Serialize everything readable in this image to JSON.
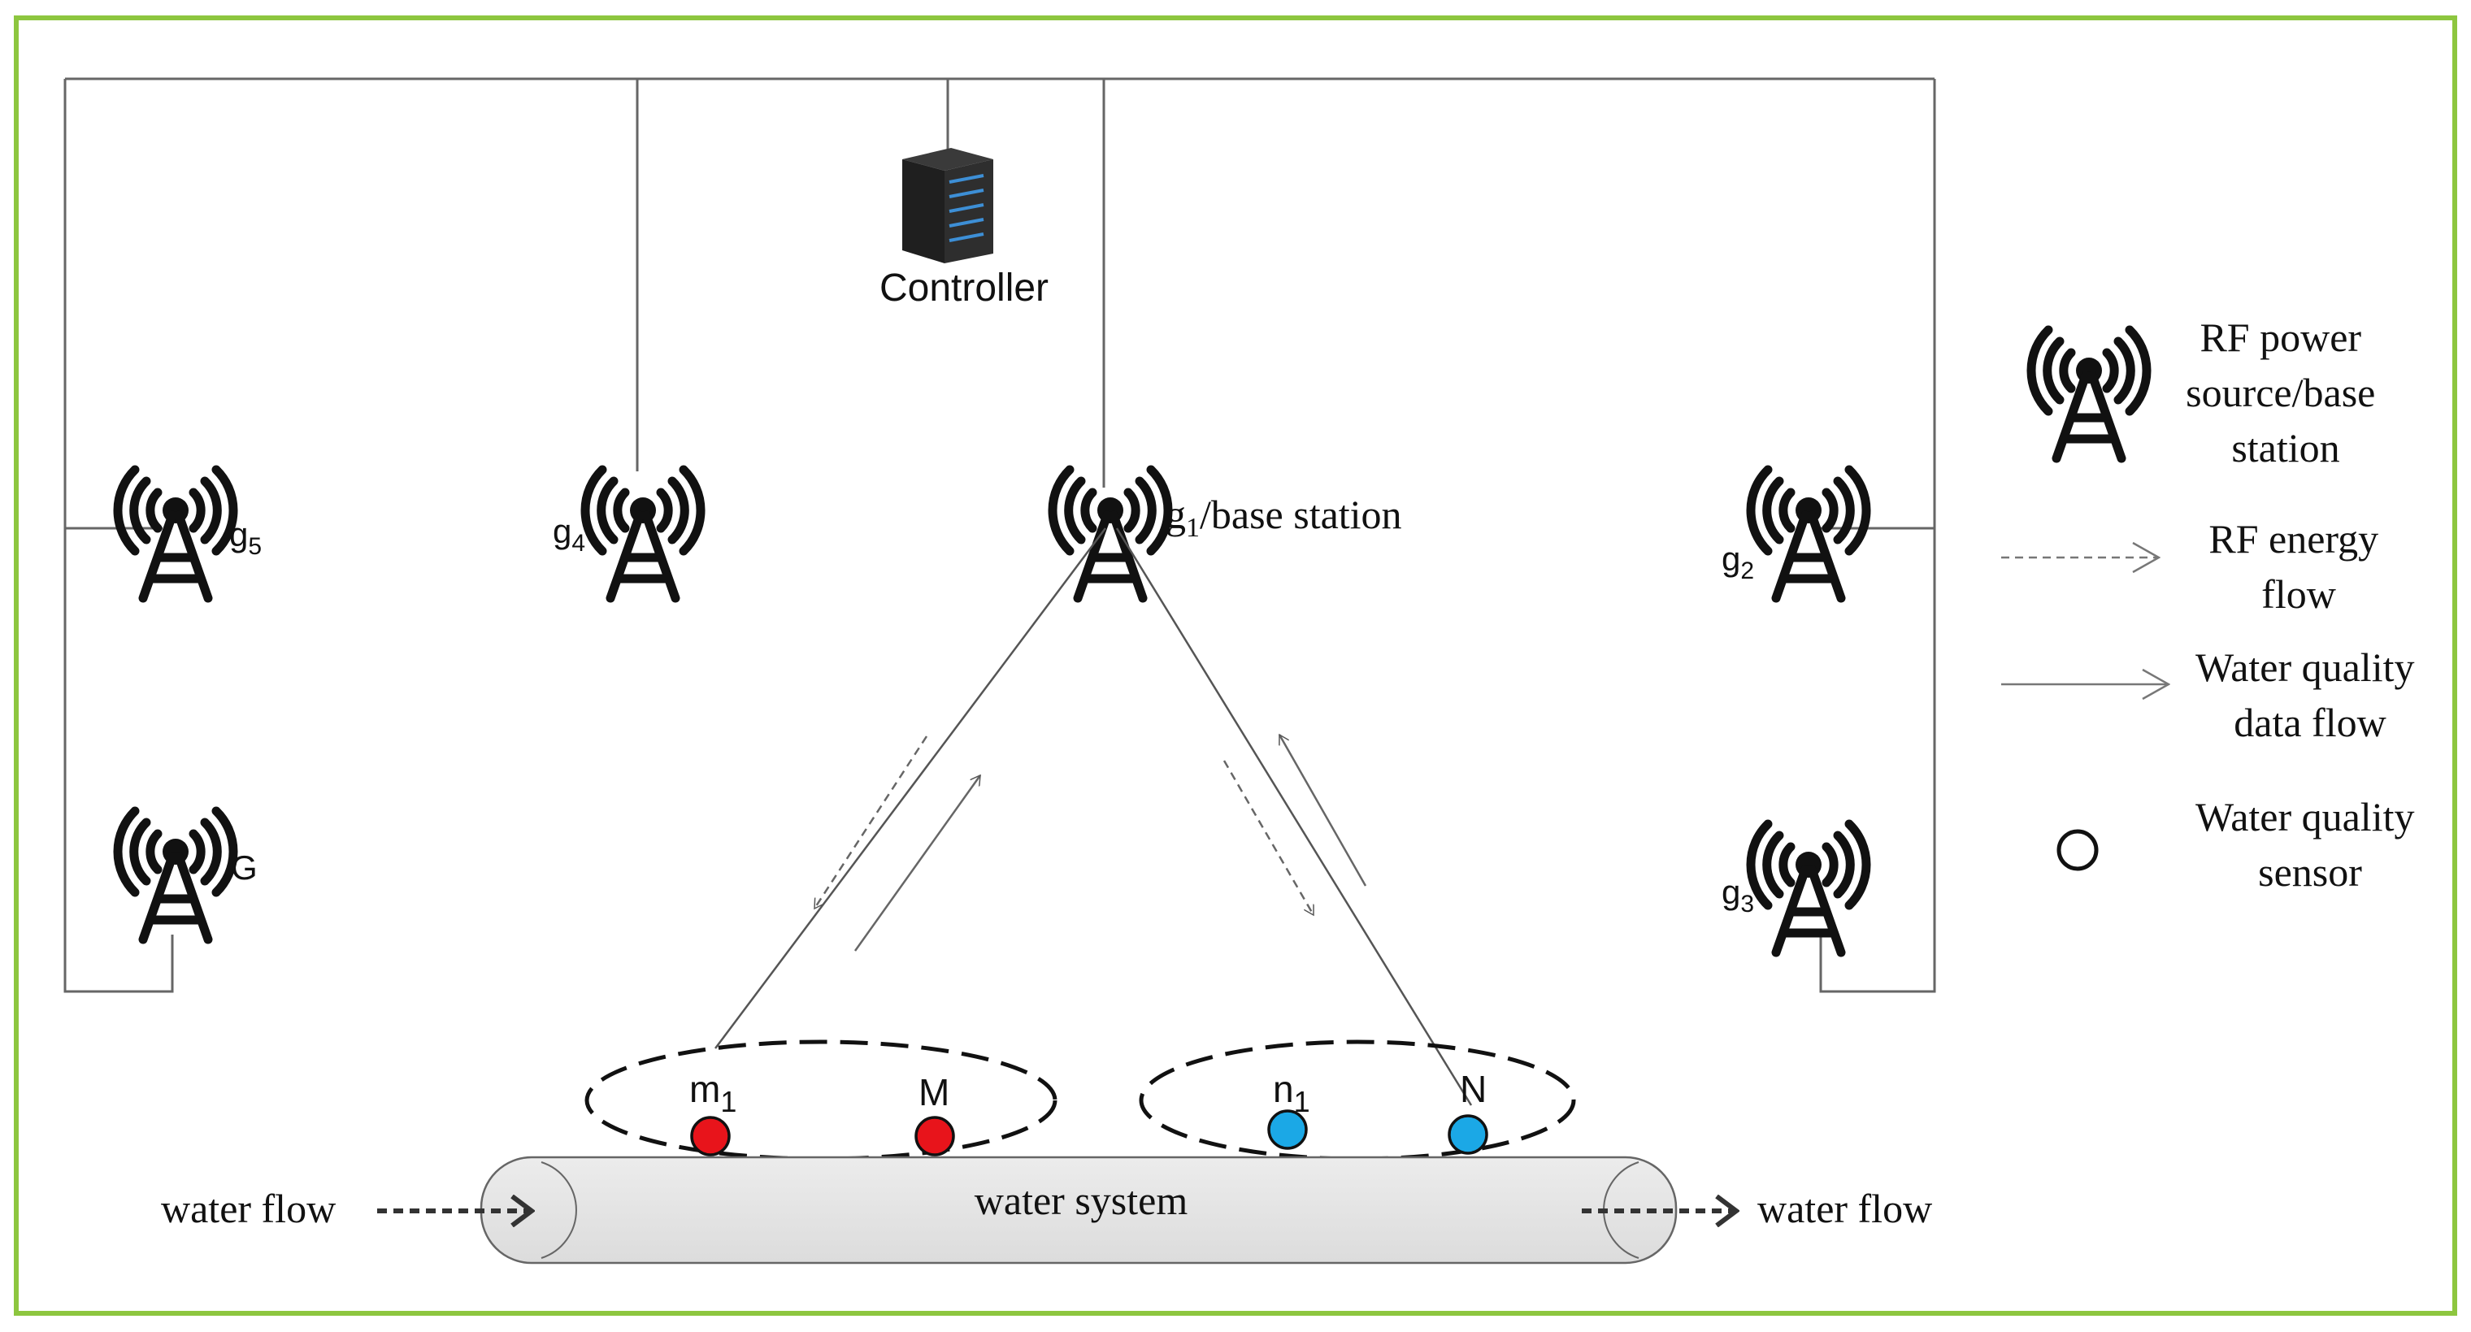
{
  "controller": {
    "label": "Controller"
  },
  "towers": {
    "g1": {
      "base": "g",
      "sub": "1",
      "suffix": "/base station"
    },
    "g2": {
      "base": "g",
      "sub": "2"
    },
    "g3": {
      "base": "g",
      "sub": "3"
    },
    "g4": {
      "base": "g",
      "sub": "4"
    },
    "g5": {
      "base": "g",
      "sub": "5"
    },
    "G": {
      "base": "G"
    }
  },
  "sensors": {
    "m1": {
      "base": "m",
      "sub": "1",
      "color": "#e8141b"
    },
    "M": {
      "base": "M",
      "color": "#e8141b"
    },
    "n1": {
      "base": "n",
      "sub": "1",
      "color": "#1ba8e6"
    },
    "N": {
      "base": "N",
      "color": "#1ba8e6"
    }
  },
  "water": {
    "system_label": "water system",
    "flow_in_label": "water flow",
    "flow_out_label": "water flow"
  },
  "legend": {
    "rf_source": {
      "icon": "antenna-tower-icon",
      "lines": [
        "RF power",
        "source/base",
        "station"
      ]
    },
    "rf_energy": {
      "lines": [
        "RF energy",
        "flow"
      ]
    },
    "data_flow": {
      "lines": [
        "Water quality",
        "data flow"
      ]
    },
    "sensor": {
      "icon": "circle-icon",
      "lines": [
        "Water quality",
        "sensor"
      ]
    }
  },
  "colors": {
    "frame": "#8dc63f",
    "red_sensor": "#e8141b",
    "blue_sensor": "#1ba8e6",
    "pipe": "#e2e2e2"
  }
}
